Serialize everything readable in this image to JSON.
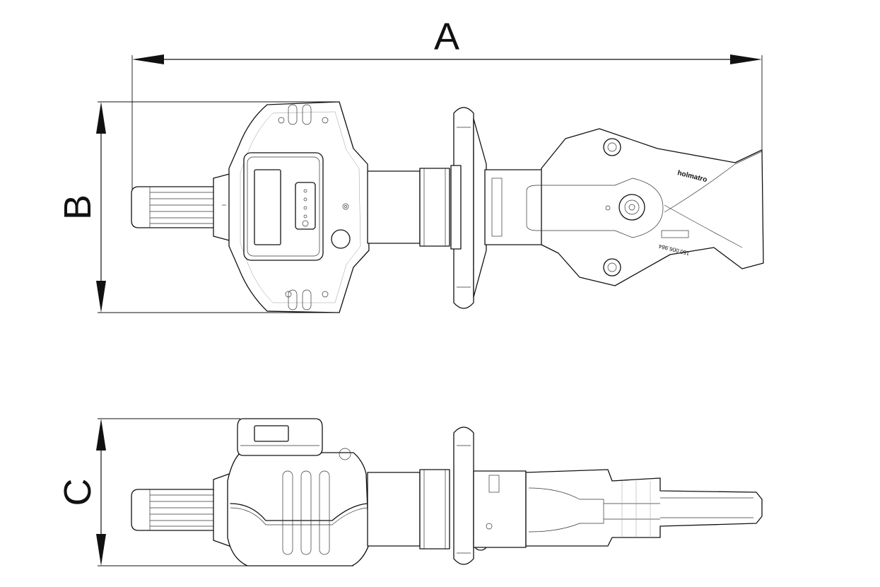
{
  "dimensions": {
    "length_label": "A",
    "width_label": "B",
    "height_label": "C"
  },
  "tool": {
    "brand_mark": "holmatro",
    "serial_number": "150.006.984"
  },
  "colors": {
    "line": "#111111",
    "background": "#ffffff"
  }
}
